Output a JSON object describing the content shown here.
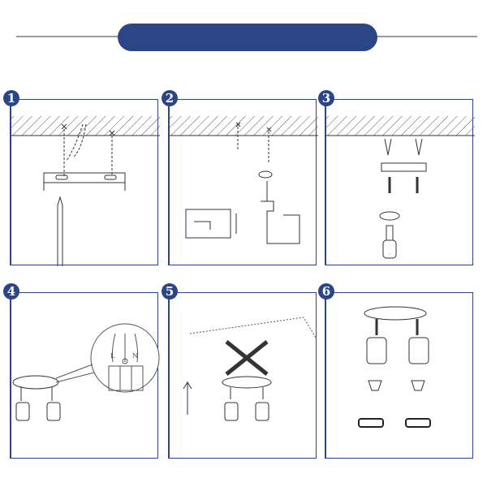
{
  "colors": {
    "brand": "#2b4587",
    "rule": "#9a9a9a",
    "line": "#333333"
  },
  "steps": [
    {
      "number": "1"
    },
    {
      "number": "2"
    },
    {
      "number": "3"
    },
    {
      "number": "4",
      "labels": {
        "live": "L",
        "neutral": "N"
      }
    },
    {
      "number": "5"
    },
    {
      "number": "6"
    }
  ]
}
